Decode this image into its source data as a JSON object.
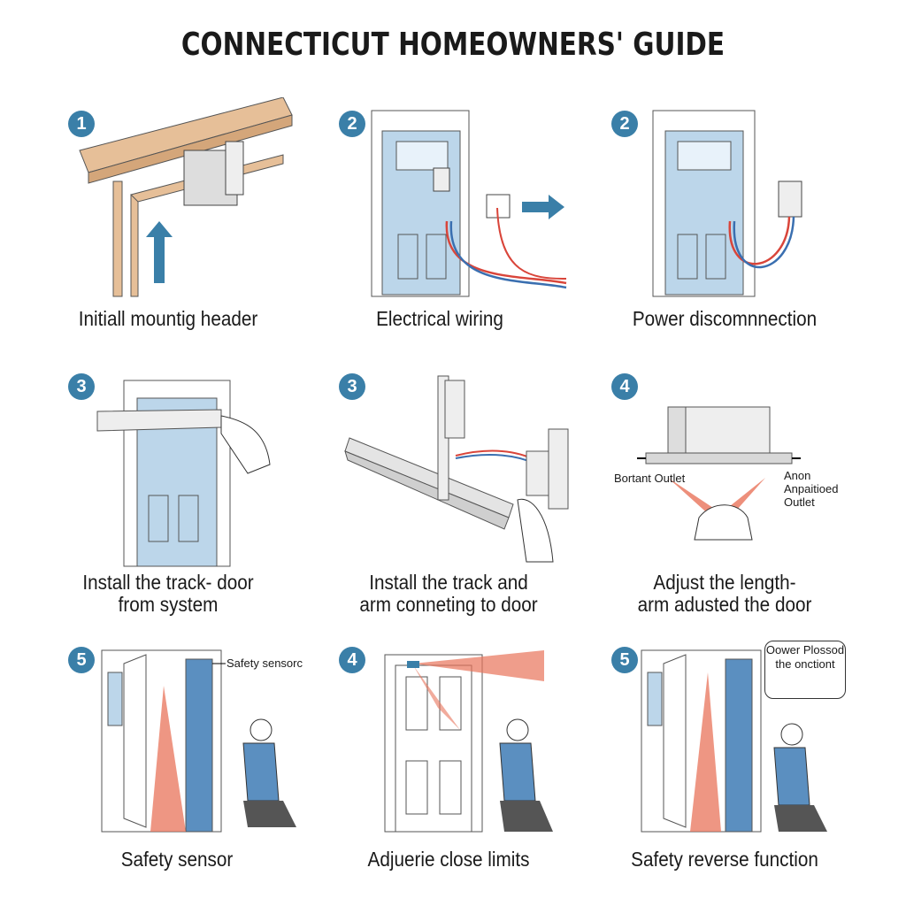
{
  "title": "CONNECTICUT HOMEOWNERS' GUIDE",
  "colors": {
    "badge": "#3a7fa8",
    "door": "#bcd6ea",
    "wire_red": "#d9453a",
    "wire_blue": "#3a6fb0",
    "beam": "#e6bf98"
  },
  "steps": [
    {
      "badge": "1",
      "caption": "Initiall mountig header"
    },
    {
      "badge": "2",
      "caption": "Electrical wiring"
    },
    {
      "badge": "2",
      "caption": "Power discomnnection"
    },
    {
      "badge": "3",
      "caption": "Install the track- door",
      "caption2": "from system"
    },
    {
      "badge": "3",
      "caption": "Install the track and",
      "caption2": "arm conneting to door"
    },
    {
      "badge": "4",
      "caption": "Adjust the length-",
      "caption2": "arm adusted the door",
      "label_left": "Bortant Outlet",
      "label_right": "Anon Anpaitioed Outlet"
    },
    {
      "badge": "5",
      "caption": "Safety sensor",
      "label": "Safety sensorc"
    },
    {
      "badge": "4",
      "caption": "Adjuerie close limits"
    },
    {
      "badge": "5",
      "caption": "Safety reverse function",
      "bubble": "Oower Plossod the onctiont"
    }
  ]
}
